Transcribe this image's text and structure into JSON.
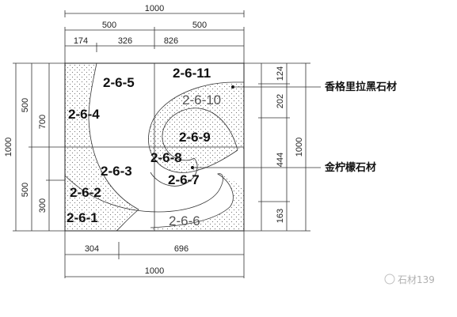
{
  "dimensions": {
    "top_total": "1000",
    "top_half_left": "500",
    "top_half_right": "500",
    "top_seg_a": "174",
    "top_seg_b": "326",
    "top_seg_c": "826",
    "left_outer_top": "500",
    "left_outer_bottom": "500",
    "left_total": "1000",
    "left_inner_top": "700",
    "left_inner_bottom": "300",
    "right_seg_1": "124",
    "right_seg_2": "202",
    "right_seg_3": "444",
    "right_seg_4": "163",
    "right_total": "1000",
    "bottom_seg_a": "304",
    "bottom_seg_b": "696",
    "bottom_total": "1000"
  },
  "pieces": {
    "p1": "2-6-1",
    "p2": "2-6-2",
    "p3": "2-6-3",
    "p4": "2-6-4",
    "p5": "2-6-5",
    "p6": "2-6-6",
    "p7": "2-6-7",
    "p8": "2-6-8",
    "p9": "2-6-9",
    "p10": "2-6-10",
    "p11": "2-6-11"
  },
  "callouts": {
    "material_1": "香格里拉黑石材",
    "material_2": "金柠檬石材"
  },
  "watermark": "石材139"
}
